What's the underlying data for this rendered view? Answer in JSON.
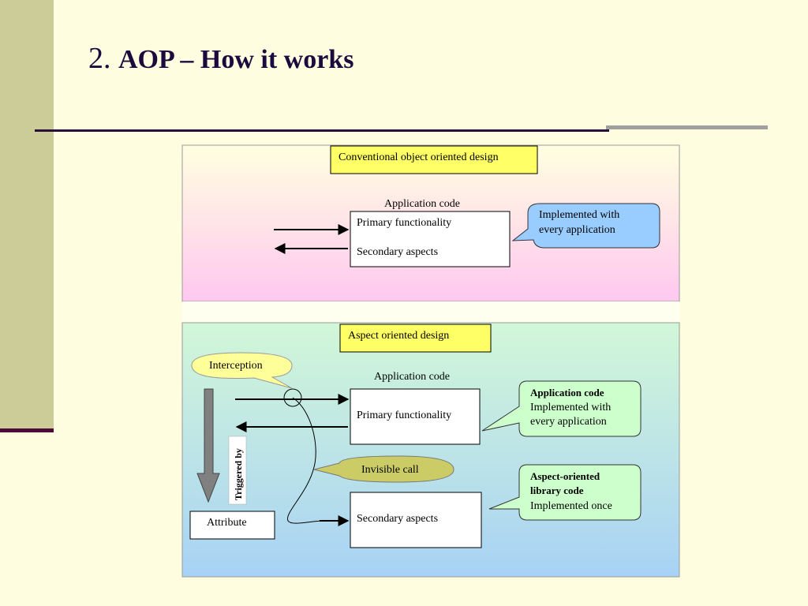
{
  "slide": {
    "title_number": "2.",
    "title_text": "AOP – How it works"
  },
  "conventional": {
    "heading": "Conventional object oriented design",
    "app_code_label": "Application code",
    "primary": "Primary functionality",
    "secondary": "Secondary aspects",
    "bubble_line1": "Implemented with",
    "bubble_line2": "every application"
  },
  "aspect": {
    "heading": "Aspect oriented design",
    "app_code_label": "Application code",
    "primary": "Primary functionality",
    "secondary": "Secondary aspects",
    "interception": "Interception",
    "invisible_call": "Invisible call",
    "triggered_by": "Triggered by",
    "attribute": "Attribute",
    "bubble1_bold": "Application code",
    "bubble1_line2": "Implemented with",
    "bubble1_line3": "every application",
    "bubble2_bold1": "Aspect-oriented",
    "bubble2_bold2": "library code",
    "bubble2_line3": "Implemented once"
  },
  "colors": {
    "background": "#fffde0",
    "accent_bar": "#cccc99",
    "heading_box": "#ffff66",
    "speech_bubble": "#99ccff",
    "callout_yellow": "#ffff99"
  }
}
